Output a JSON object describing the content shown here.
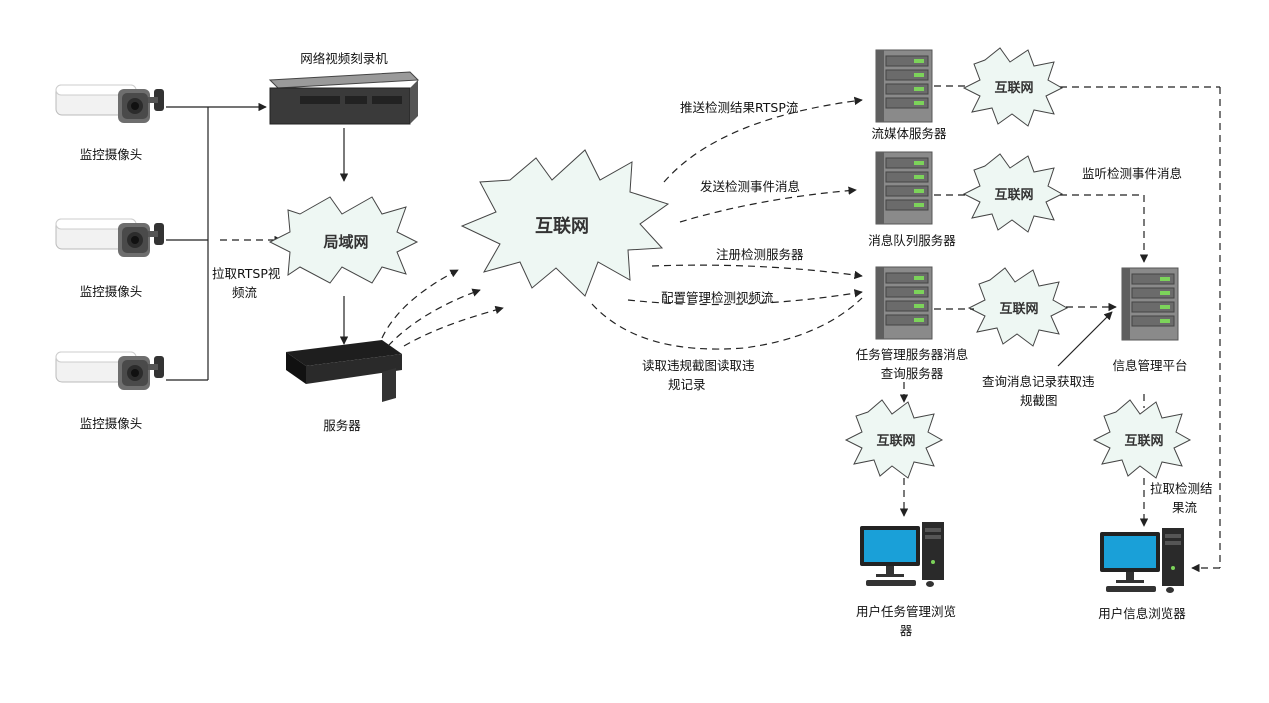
{
  "nodes": {
    "camera_1": "监控摄像头",
    "camera_2": "监控摄像头",
    "camera_3": "监控摄像头",
    "nvr": "网络视频刻录机",
    "lan": "局域网",
    "server": "服务器",
    "internet_main": "互联网",
    "stream_server": "流媒体服务器",
    "mq_server": "消息队列服务器",
    "task_server_line1": "任务管理服务器消息",
    "task_server_line2": "查询服务器",
    "info_platform": "信息管理平台",
    "net_top": "互联网",
    "net_mid": "互联网",
    "net_task": "互联网",
    "net_bottom_left": "互联网",
    "net_bottom_right": "互联网",
    "user_task_browser_line1": "用户任务管理浏览",
    "user_task_browser_line2": "器",
    "user_info_browser": "用户信息浏览器"
  },
  "edges": {
    "pull_rtsp_line1": "拉取RTSP视",
    "pull_rtsp_line2": "频流",
    "push_result": "推送检测结果RTSP流",
    "send_event": "发送检测事件消息",
    "register": "注册检测服务器",
    "config": "配置管理检测视频流",
    "read_line1": "读取违规截图读取违",
    "read_line2": "规记录",
    "listen_event": "监听检测事件消息",
    "query_line1": "查询消息记录获取违",
    "query_line2": "规截图",
    "pull_result_line1": "拉取检测结",
    "pull_result_line2": "果流"
  },
  "colors": {
    "cloud_fill": "#eef7f3",
    "server_body": "#8a8a8a",
    "server_led": "#7cd35a",
    "monitor_screen": "#1aa0d8"
  }
}
